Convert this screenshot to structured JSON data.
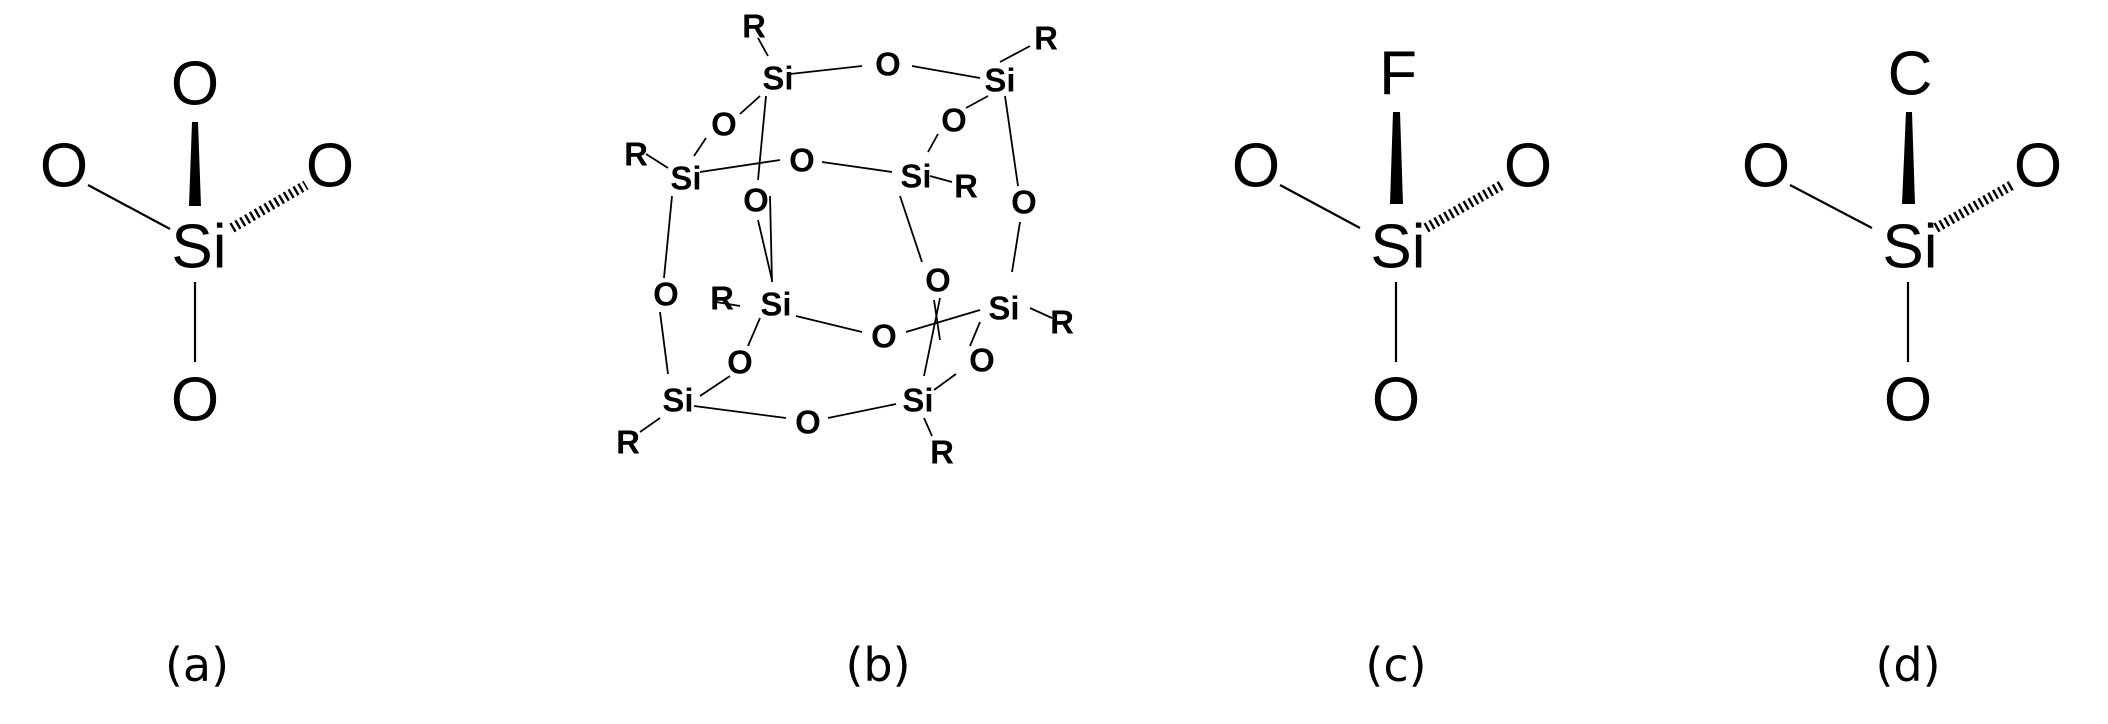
{
  "panels": [
    {
      "caption": "(a)",
      "center": "Si",
      "top": "O",
      "left": "O",
      "right": "O",
      "bottom": "O"
    },
    {
      "caption": "(b)",
      "silicon": "Si",
      "oxygen": "O",
      "substituent": "R"
    },
    {
      "caption": "(c)",
      "center": "Si",
      "top": "F",
      "left": "O",
      "right": "O",
      "bottom": "O"
    },
    {
      "caption": "(d)",
      "center": "Si",
      "top": "C",
      "left": "O",
      "right": "O",
      "bottom": "O"
    }
  ],
  "colors": {
    "ink": "#000000",
    "background": "#ffffff"
  }
}
